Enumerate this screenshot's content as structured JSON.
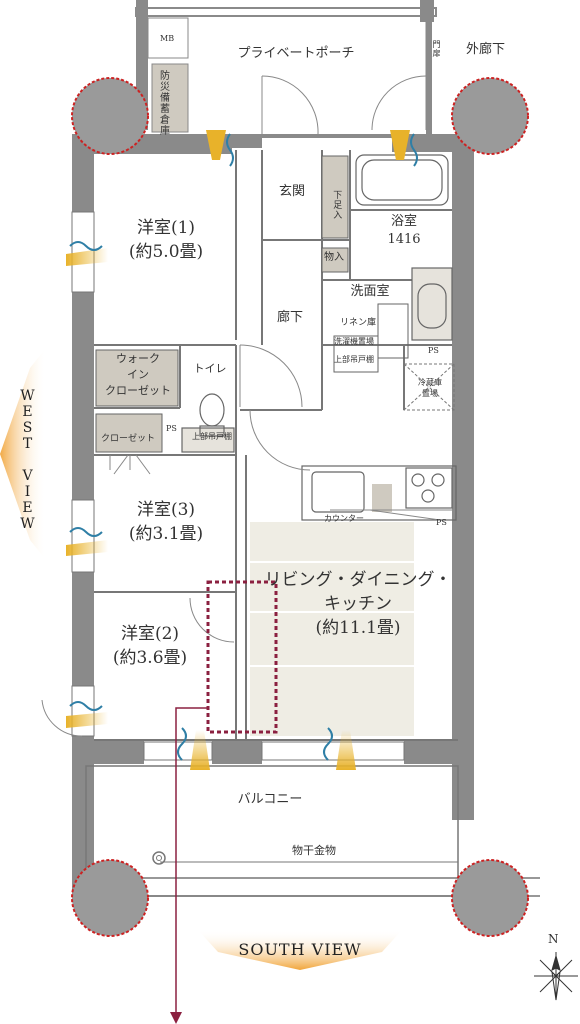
{
  "rooms": {
    "private_porch": "プライベートポーチ",
    "outer_corridor": "外廊下",
    "gate_door": "門扉",
    "mb": "MB",
    "storage_disaster": "防災備蓄倉庫",
    "entrance": "玄関",
    "shoe_closet": "下足入",
    "storage_item": "物入",
    "bathroom": "浴室",
    "bathroom_size": "1416",
    "washroom": "洗面室",
    "linen": "リネン庫",
    "washer_shelf": "洗濯機置場",
    "upper_shelf": "上部吊戸棚",
    "corridor": "廊下",
    "western1_name": "洋室(1)",
    "western1_size": "(約5.0畳)",
    "walkin_line1": "ウォーク",
    "walkin_line2": "イン",
    "walkin_line3": "クローゼット",
    "toilet": "トイレ",
    "toilet_shelf": "上部吊戸棚",
    "closet": "クローゼット",
    "ps1": "PS",
    "ps2": "PS",
    "ps3": "PS",
    "fridge_line1": "冷蔵庫",
    "fridge_line2": "置場",
    "counter": "カウンター",
    "western3_name": "洋室(3)",
    "western3_size": "(約3.1畳)",
    "western2_name": "洋室(2)",
    "western2_size": "(約3.6畳)",
    "ldk_line1": "リビング・ダイニング・",
    "ldk_line2": "キッチン",
    "ldk_line3": "(約11.1畳)",
    "balcony": "バルコニー",
    "drying_hardware": "物干金物"
  },
  "views": {
    "west": "WEST VIEW",
    "south": "SOUTH VIEW"
  },
  "compass": {
    "north": "N"
  },
  "colors": {
    "wall": "#8a8a8a",
    "column": "#9a9a9a",
    "column_ring": "#cc2222",
    "storage_fill": "#cfcac0",
    "ldk_fill": "#efede4",
    "vent_yellow": "#e8b22a",
    "vent_blue": "#2f7fa6",
    "view_arrow": "#f0a030",
    "marker": "#8b2040"
  }
}
